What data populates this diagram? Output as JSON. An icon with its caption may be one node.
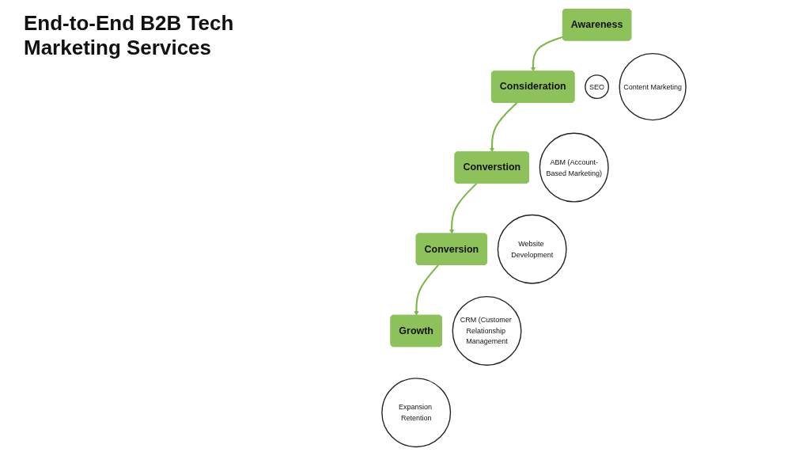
{
  "diagram": {
    "title": "End-to-End B2B Tech Marketing Services",
    "nodes": [
      {
        "text": [
          "Awareness"
        ]
      },
      {
        "text": [
          "Consideration"
        ]
      },
      {
        "text": [
          "Converstion"
        ]
      },
      {
        "text": [
          "Conversion"
        ]
      },
      {
        "text": [
          "Growth"
        ]
      },
      {
        "text": [
          "SEO"
        ]
      },
      {
        "text": [
          "Content Marketing"
        ]
      },
      {
        "text": [
          "ABM (Account-Based Marketing)"
        ]
      },
      {
        "text": [
          "Website Development"
        ]
      },
      {
        "text": [
          "CRM (Customer Relationship Management"
        ]
      },
      {
        "text": [
          "Expansion Retention"
        ]
      }
    ],
    "edges": [
      {
        "from": 0,
        "to": 1,
        "arrow": "to"
      },
      {
        "from": 1,
        "to": 2,
        "arrow": "to"
      },
      {
        "from": 2,
        "to": 3,
        "arrow": "to"
      },
      {
        "from": 3,
        "to": 4,
        "arrow": "to"
      }
    ]
  }
}
